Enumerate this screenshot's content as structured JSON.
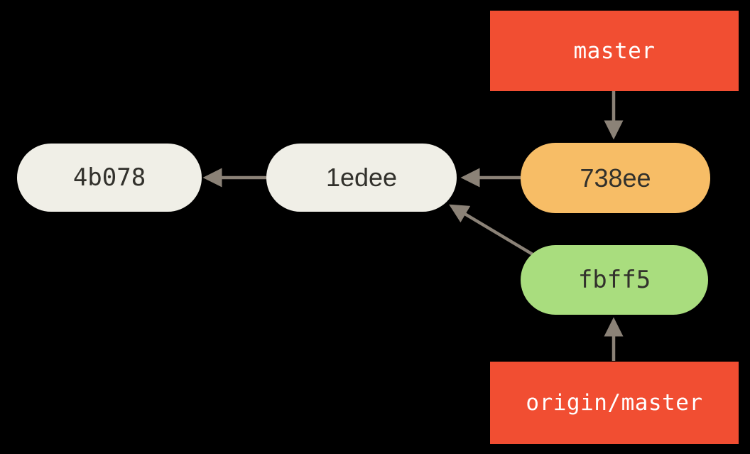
{
  "diagram": {
    "kind": "git-commit-graph",
    "background": "#000000",
    "colors": {
      "background": "#000000",
      "branch_box": "#f14e32",
      "branch_text": "#ffffff",
      "commit_default": "#f0efe7",
      "commit_local_head": "#f7bd66",
      "commit_remote_head": "#a9dd7e",
      "commit_text": "#32312c",
      "arrow": "#8b8277"
    },
    "branch_labels": [
      {
        "label": "master",
        "points_to": "738ee"
      },
      {
        "label": "origin/master",
        "points_to": "fbff5"
      }
    ],
    "commits": [
      {
        "label": "4b078",
        "parents": []
      },
      {
        "label": "1edee",
        "parents": [
          "4b078"
        ]
      },
      {
        "label": "738ee",
        "parents": [
          "1edee"
        ]
      },
      {
        "label": "fbff5",
        "parents": [
          "1edee"
        ]
      }
    ],
    "edges": [
      {
        "from": "master",
        "to": "738ee",
        "kind": "ref-pointer"
      },
      {
        "from": "738ee",
        "to": "1edee",
        "kind": "parent"
      },
      {
        "from": "1edee",
        "to": "4b078",
        "kind": "parent"
      },
      {
        "from": "fbff5",
        "to": "1edee",
        "kind": "parent"
      },
      {
        "from": "origin/master",
        "to": "fbff5",
        "kind": "ref-pointer"
      }
    ]
  }
}
